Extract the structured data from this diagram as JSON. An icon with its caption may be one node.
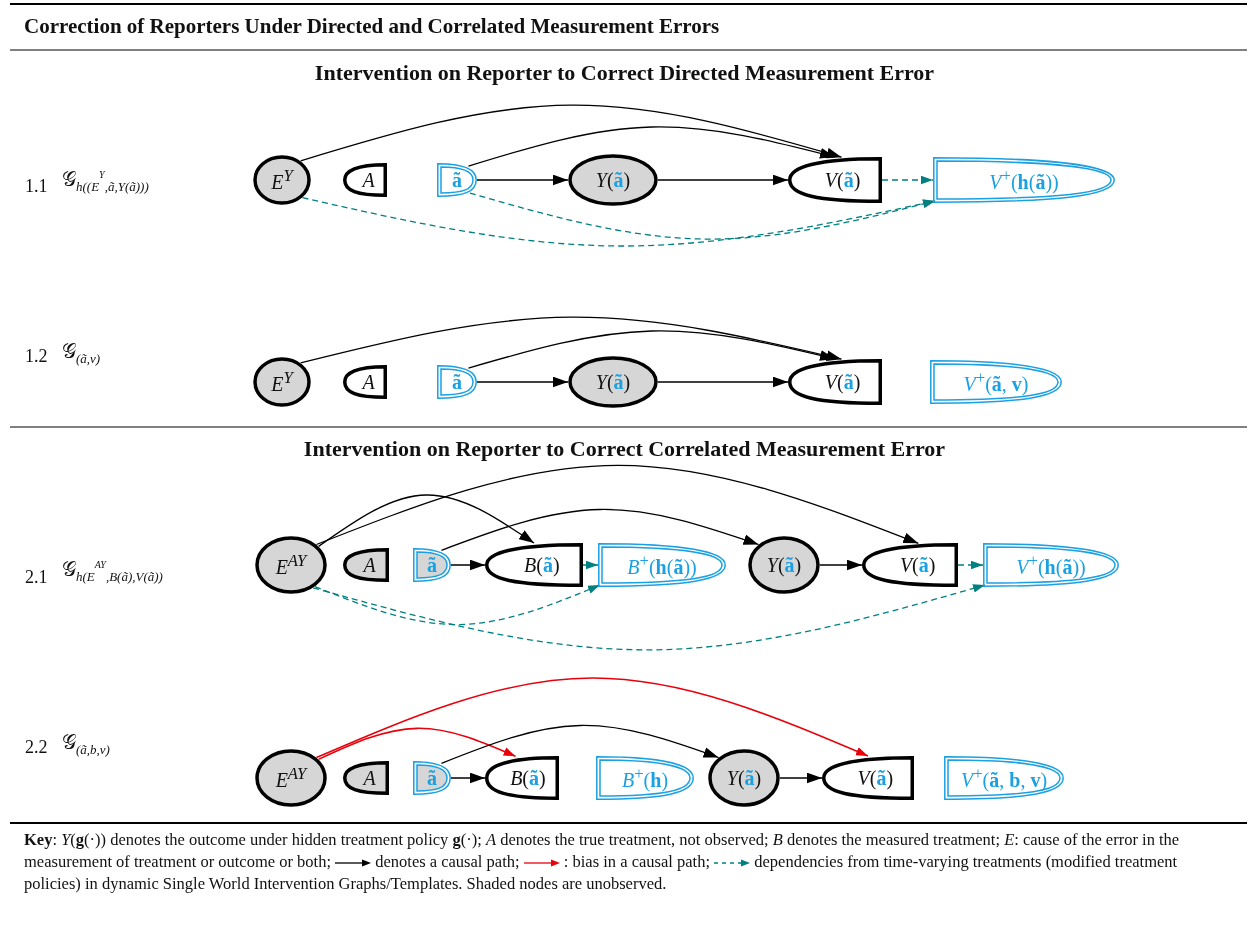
{
  "diagram": {
    "title": "Correction of Reporters Under Directed and Correlated Measurement Errors",
    "nodes": [
      {
        "text": [
          "E$^{Y}$"
        ]
      },
      {
        "text": [
          "A"
        ]
      },
      {
        "text": [
          "ã"
        ]
      },
      {
        "text": [
          "*Y*(**ã**)"
        ]
      },
      {
        "text": [
          "*V*(**ã**)"
        ]
      },
      {
        "text": [
          "*V*$^{+}$(**h**(**ã**))"
        ]
      },
      {
        "text": [
          "E$^{Y}$"
        ]
      },
      {
        "text": [
          "A"
        ]
      },
      {
        "text": [
          "ã"
        ]
      },
      {
        "text": [
          "*Y*(**ã**)"
        ]
      },
      {
        "text": [
          "*V*(**ã**)"
        ]
      },
      {
        "text": [
          "*V*$^{+}$(**ã**, **v**)"
        ]
      },
      {
        "text": [
          "E$^{AY}$"
        ]
      },
      {
        "text": [
          "A"
        ]
      },
      {
        "text": [
          "ã"
        ]
      },
      {
        "text": [
          "*B*(**ã**)"
        ]
      },
      {
        "text": [
          "*B*$^{+}$(**h**(**ã**))"
        ]
      },
      {
        "text": [
          "*Y*(**ã**)"
        ]
      },
      {
        "text": [
          "*V*(**ã**)"
        ]
      },
      {
        "text": [
          "*V*$^{+}$(**h**(**ã**))"
        ]
      },
      {
        "text": [
          "E$^{AY}$"
        ]
      },
      {
        "text": [
          "A"
        ]
      },
      {
        "text": [
          "ã"
        ]
      },
      {
        "text": [
          "*B*(**ã**)"
        ]
      },
      {
        "text": [
          "*B*$^{+}$(**h**)"
        ]
      },
      {
        "text": [
          "*Y*(**ã**)"
        ]
      },
      {
        "text": [
          "*V*(**ã**)"
        ]
      },
      {
        "text": [
          "*V*$^{+}$(**ã**, **b**, **v**)"
        ]
      }
    ],
    "edges": [
      {
        "from": 0,
        "to": 4,
        "arrow": "to"
      },
      {
        "from": 2,
        "to": 4,
        "arrow": "to"
      },
      {
        "from": 2,
        "to": 3,
        "arrow": "to"
      },
      {
        "from": 3,
        "to": 4,
        "arrow": "to"
      },
      {
        "from": 4,
        "to": 5,
        "arrow": "to",
        "style": "dashed",
        "color": "#008080"
      },
      {
        "from": 0,
        "to": 5,
        "arrow": "to",
        "style": "dashed",
        "color": "#008080"
      },
      {
        "from": 2,
        "to": 5,
        "arrow": "to",
        "style": "dashed",
        "color": "#008080"
      },
      {
        "from": 6,
        "to": 10,
        "arrow": "to"
      },
      {
        "from": 8,
        "to": 10,
        "arrow": "to"
      },
      {
        "from": 8,
        "to": 9,
        "arrow": "to"
      },
      {
        "from": 9,
        "to": 10,
        "arrow": "to"
      },
      {
        "from": 12,
        "to": 18,
        "arrow": "to"
      },
      {
        "from": 12,
        "to": 15,
        "arrow": "to"
      },
      {
        "from": 14,
        "to": 17,
        "arrow": "to"
      },
      {
        "from": 14,
        "to": 15,
        "arrow": "to"
      },
      {
        "from": 15,
        "to": 16,
        "arrow": "to",
        "style": "dashed",
        "color": "#008080"
      },
      {
        "from": 17,
        "to": 18,
        "arrow": "to"
      },
      {
        "from": 18,
        "to": 19,
        "arrow": "to",
        "style": "dashed",
        "color": "#008080"
      },
      {
        "from": 12,
        "to": 16,
        "arrow": "to",
        "style": "dashed",
        "color": "#008080"
      },
      {
        "from": 12,
        "to": 19,
        "arrow": "to",
        "style": "dashed",
        "color": "#008080"
      },
      {
        "from": 20,
        "to": 26,
        "arrow": "to",
        "color": "#e8000b"
      },
      {
        "from": 20,
        "to": 23,
        "arrow": "to",
        "color": "#e8000b"
      },
      {
        "from": 22,
        "to": 25,
        "arrow": "to"
      },
      {
        "from": 22,
        "to": 23,
        "arrow": "to"
      },
      {
        "from": 25,
        "to": 26,
        "arrow": "to"
      }
    ],
    "labels": [
      "Intervention on Reporter to Correct Directed Measurement Error",
      "1.1",
      "𝒢$_{h((E}$$^{Y}$$_{,ã,Y(ã)))}$",
      "1.2",
      "𝒢$_{(ã,v)}$",
      "Intervention on Reporter to Correct Correlated Measurement Error",
      "2.1",
      "𝒢$_{h(E}$$^{AY}$$_{,B(ã),V(ã))}$",
      "2.2",
      "𝒢$_{(ã,b,v)}$",
      "**Key**: *Y*(**g**(·)) denotes the outcome under hidden treatment policy **g**(·); *A* denotes the true treatment, not observed; *B* denotes the measured treatment; *E*: cause of the error in the measurement of treatment or outcome or both;"
    ],
    "legend": [
      {
        "text": "denotes a causal path;"
      },
      {
        "text": ": bias in a causal path;"
      },
      {
        "text": "dependencies from time-varying treatments (modified treatment policies) in dynamic Single World Intervention Graphs/Templates. Shaded nodes are unobserved."
      }
    ]
  }
}
